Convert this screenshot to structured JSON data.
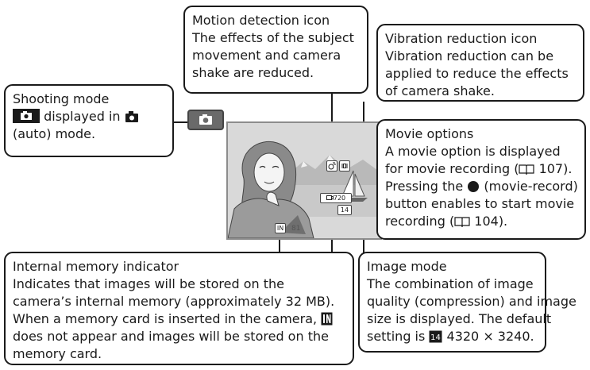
{
  "callouts": {
    "motion": {
      "title": "Motion detection icon",
      "lines": [
        "The effects of the subject",
        "movement and camera",
        "shake are reduced."
      ]
    },
    "vr": {
      "title": "Vibration reduction icon",
      "lines": [
        "Vibration reduction can be",
        "applied to reduce the effects",
        "of camera shake."
      ]
    },
    "shooting": {
      "title": "Shooting mode",
      "line1_text": " displayed in ",
      "line2": "(auto) mode."
    },
    "movie": {
      "title": "Movie options",
      "line1": "A movie option is displayed",
      "line2_pre": "for movie recording (",
      "line2_ref": " 107).",
      "line3_pre": "Pressing the ",
      "line3_post": " (movie-record)",
      "line4": "button enables to start movie",
      "line5_pre": "recording (",
      "line5_ref": " 104)."
    },
    "internal": {
      "title": "Internal memory indicator",
      "line1": "Indicates that images will be stored on the",
      "line2": "camera’s internal memory (approximately 32 MB).",
      "line3_pre": "When a memory card is inserted in the camera, ",
      "line4": "does not appear and images will be stored on the",
      "line5": "memory card."
    },
    "image_mode": {
      "title": "Image mode",
      "line1": "The combination of image",
      "line2": "quality (compression) and image",
      "line3": "size is displayed. The default",
      "line4_pre": "setting is ",
      "line4_post": " 4320 × 3240."
    }
  },
  "screen": {
    "movie_badge": "720",
    "image_badge": "14",
    "internal_badge": "IN",
    "shots_remaining": "81"
  },
  "icons": {
    "camera": "camera-icon",
    "book": "book-reference-icon",
    "record": "movie-record-button-icon",
    "internal": "internal-memory-icon",
    "image_mode": "image-mode-icon",
    "motion": "motion-detection-icon",
    "vr": "vibration-reduction-icon"
  }
}
